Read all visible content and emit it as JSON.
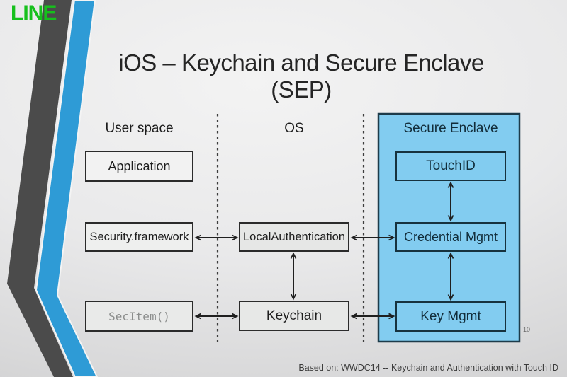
{
  "logo": {
    "text": "LINE"
  },
  "title": "iOS – Keychain and Secure Enclave (SEP)",
  "columns": [
    {
      "label": "User space"
    },
    {
      "label": "OS"
    },
    {
      "label": "Secure Enclave"
    }
  ],
  "diagram": {
    "boxes": {
      "application": "Application",
      "security_framework": "Security.framework",
      "secitem": "SecItem()",
      "local_authentication": "LocalAuthentication",
      "keychain": "Keychain",
      "touchid": "TouchID",
      "credential_mgmt": "Credential Mgmt",
      "key_mgmt": "Key Mgmt"
    },
    "connections": [
      {
        "from": "Security.framework",
        "to": "LocalAuthentication",
        "style": "bidirectional"
      },
      {
        "from": "SecItem()",
        "to": "Keychain",
        "style": "bidirectional"
      },
      {
        "from": "LocalAuthentication",
        "to": "Keychain",
        "style": "bidirectional"
      },
      {
        "from": "LocalAuthentication",
        "to": "Credential Mgmt",
        "style": "bidirectional"
      },
      {
        "from": "Keychain",
        "to": "Key Mgmt",
        "style": "bidirectional"
      },
      {
        "from": "TouchID",
        "to": "Credential Mgmt",
        "style": "bidirectional"
      },
      {
        "from": "Credential Mgmt",
        "to": "Key Mgmt",
        "style": "bidirectional"
      }
    ]
  },
  "footer": {
    "caption": "Based on: WWDC14 -- Keychain and Authentication with Touch ID",
    "page_number": "10"
  },
  "colors": {
    "logo_green": "#16c01c",
    "stripe_dark": "#4b4b4b",
    "stripe_blue": "#2e9bd6",
    "enclave_fill": "#82ccf0",
    "enclave_border": "#1d3b4a",
    "box_border": "#2b2b2b",
    "arrow": "#1f1f1f"
  }
}
